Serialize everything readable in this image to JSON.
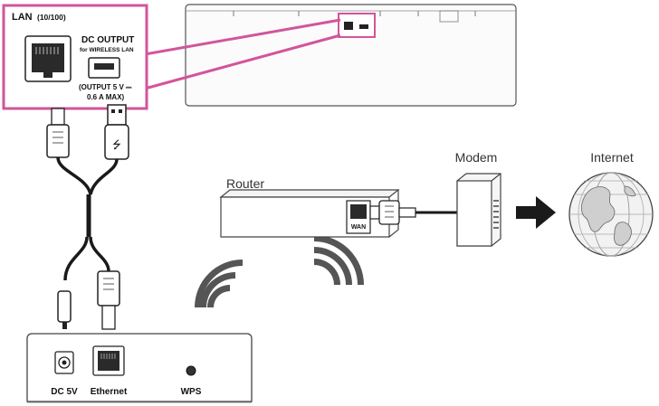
{
  "callout": {
    "lan_label": "LAN",
    "lan_speed": "(10/100)",
    "dc_output_title": "DC OUTPUT",
    "dc_output_sub": "for WIRELESS LAN",
    "output_line1": "(OUTPUT 5 V ⎓",
    "output_line2": "0.6 A MAX)"
  },
  "router": {
    "label": "Router",
    "port_label": "WAN"
  },
  "modem": {
    "label": "Modem"
  },
  "internet": {
    "label": "Internet"
  },
  "adapter": {
    "port_dc": "DC 5V",
    "port_ethernet": "Ethernet",
    "port_wps": "WPS"
  },
  "colors": {
    "callout_border": "#d2559a",
    "line": "#1a1a1a"
  }
}
